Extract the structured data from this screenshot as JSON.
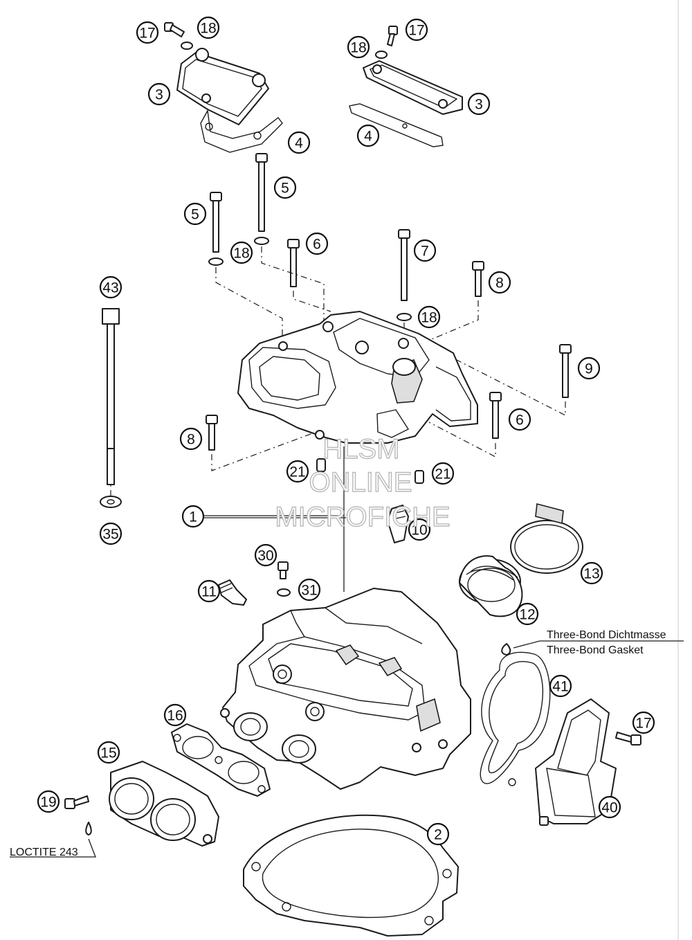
{
  "diagram": {
    "callouts": [
      {
        "label": "17",
        "part": "cover-screw"
      },
      {
        "label": "18",
        "part": "washer"
      },
      {
        "label": "3",
        "part": "valve-cover"
      },
      {
        "label": "4",
        "part": "cover-gasket"
      },
      {
        "label": "17",
        "part": "cover-screw"
      },
      {
        "label": "18",
        "part": "washer"
      },
      {
        "label": "3",
        "part": "valve-cover"
      },
      {
        "label": "4",
        "part": "cover-gasket"
      },
      {
        "label": "5",
        "part": "long-bolt"
      },
      {
        "label": "5",
        "part": "long-bolt"
      },
      {
        "label": "18",
        "part": "washer"
      },
      {
        "label": "6",
        "part": "bolt"
      },
      {
        "label": "7",
        "part": "long-bolt"
      },
      {
        "label": "18",
        "part": "washer"
      },
      {
        "label": "8",
        "part": "bolt"
      },
      {
        "label": "9",
        "part": "bolt"
      },
      {
        "label": "6",
        "part": "bolt"
      },
      {
        "label": "8",
        "part": "bolt"
      },
      {
        "label": "43",
        "part": "stud"
      },
      {
        "label": "35",
        "part": "washer"
      },
      {
        "label": "21",
        "part": "dowel"
      },
      {
        "label": "21",
        "part": "dowel"
      },
      {
        "label": "1",
        "part": "cylinder-head"
      },
      {
        "label": "10",
        "part": "valve-guide"
      },
      {
        "label": "13",
        "part": "hose-clamp"
      },
      {
        "label": "30",
        "part": "screw"
      },
      {
        "label": "11",
        "part": "valve-guide"
      },
      {
        "label": "31",
        "part": "washer"
      },
      {
        "label": "12",
        "part": "intake-flange"
      },
      {
        "label": "41",
        "part": "gasket"
      },
      {
        "label": "17",
        "part": "screw"
      },
      {
        "label": "16",
        "part": "exhaust-gasket"
      },
      {
        "label": "15",
        "part": "exhaust-flange"
      },
      {
        "label": "40",
        "part": "cover"
      },
      {
        "label": "19",
        "part": "screw"
      },
      {
        "label": "2",
        "part": "head-gasket"
      }
    ],
    "notes": {
      "sealant_de": "Three-Bond Dichtmasse",
      "sealant_en": "Three-Bond Gasket",
      "loctite": "LOCTITE 243"
    },
    "watermark": {
      "line1": "HLSM",
      "line2": "ONLINE",
      "line3": "MICROFICHE"
    }
  }
}
